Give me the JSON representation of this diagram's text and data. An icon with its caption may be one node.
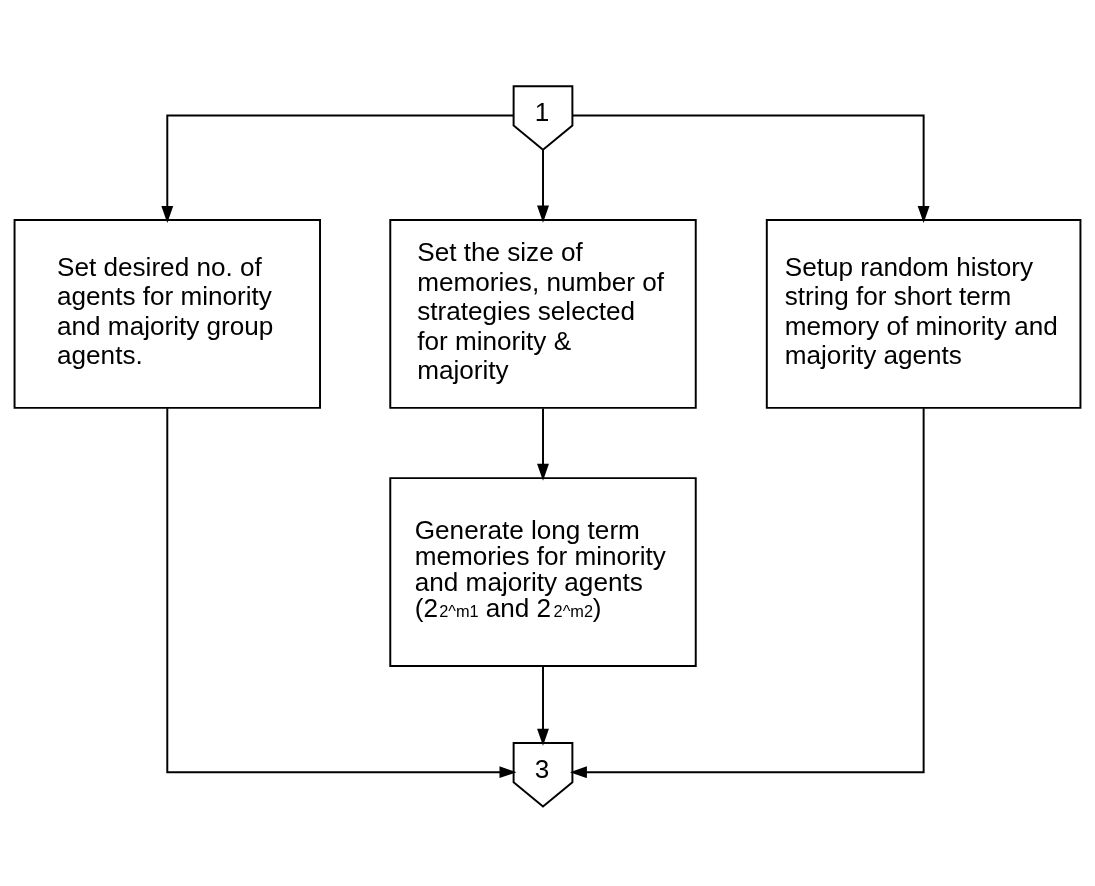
{
  "diagram": {
    "nodes": [
      {
        "text": [
          "1"
        ]
      },
      {
        "text": [
          "Set desired no. of agents for minority and majority group agents."
        ]
      },
      {
        "text": [
          "Set the size of memories, number of strategies selected for minority & majority"
        ]
      },
      {
        "text": [
          "Setup random history string for short term memory of minority and majority agents"
        ]
      },
      {
        "text": [
          "Generate long term memories for minority and majority agents (2$^{2^m1}$ and 2$^{2^m2}$)"
        ]
      },
      {
        "text": [
          "3"
        ]
      }
    ],
    "edges": [
      {
        "from": 0,
        "to": 1,
        "arrow": "to"
      },
      {
        "from": 0,
        "to": 2,
        "arrow": "to"
      },
      {
        "from": 0,
        "to": 3,
        "arrow": "to"
      },
      {
        "from": 2,
        "to": 4,
        "arrow": "to"
      },
      {
        "from": 1,
        "to": 5,
        "arrow": "to"
      },
      {
        "from": 4,
        "to": 5,
        "arrow": "to"
      },
      {
        "from": 3,
        "to": 5,
        "arrow": "to"
      }
    ]
  }
}
